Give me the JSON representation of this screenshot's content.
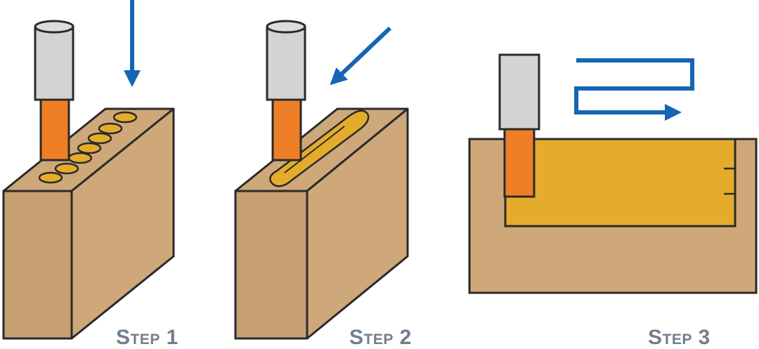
{
  "colors": {
    "wood": "#cfa87a",
    "pocket": "#e5ac2b",
    "cutter": "#ee7f26",
    "shank": "#d3d3d3",
    "outline": "#2a2a2a",
    "arrow": "#1565b5",
    "label": "#6f7f8f"
  },
  "steps": [
    {
      "label": "Step 1",
      "arrow": "down-arrow"
    },
    {
      "label": "Step 2",
      "arrow": "diagonal-arrow"
    },
    {
      "label": "Step 3",
      "arrow": "zigzag-arrow"
    }
  ]
}
